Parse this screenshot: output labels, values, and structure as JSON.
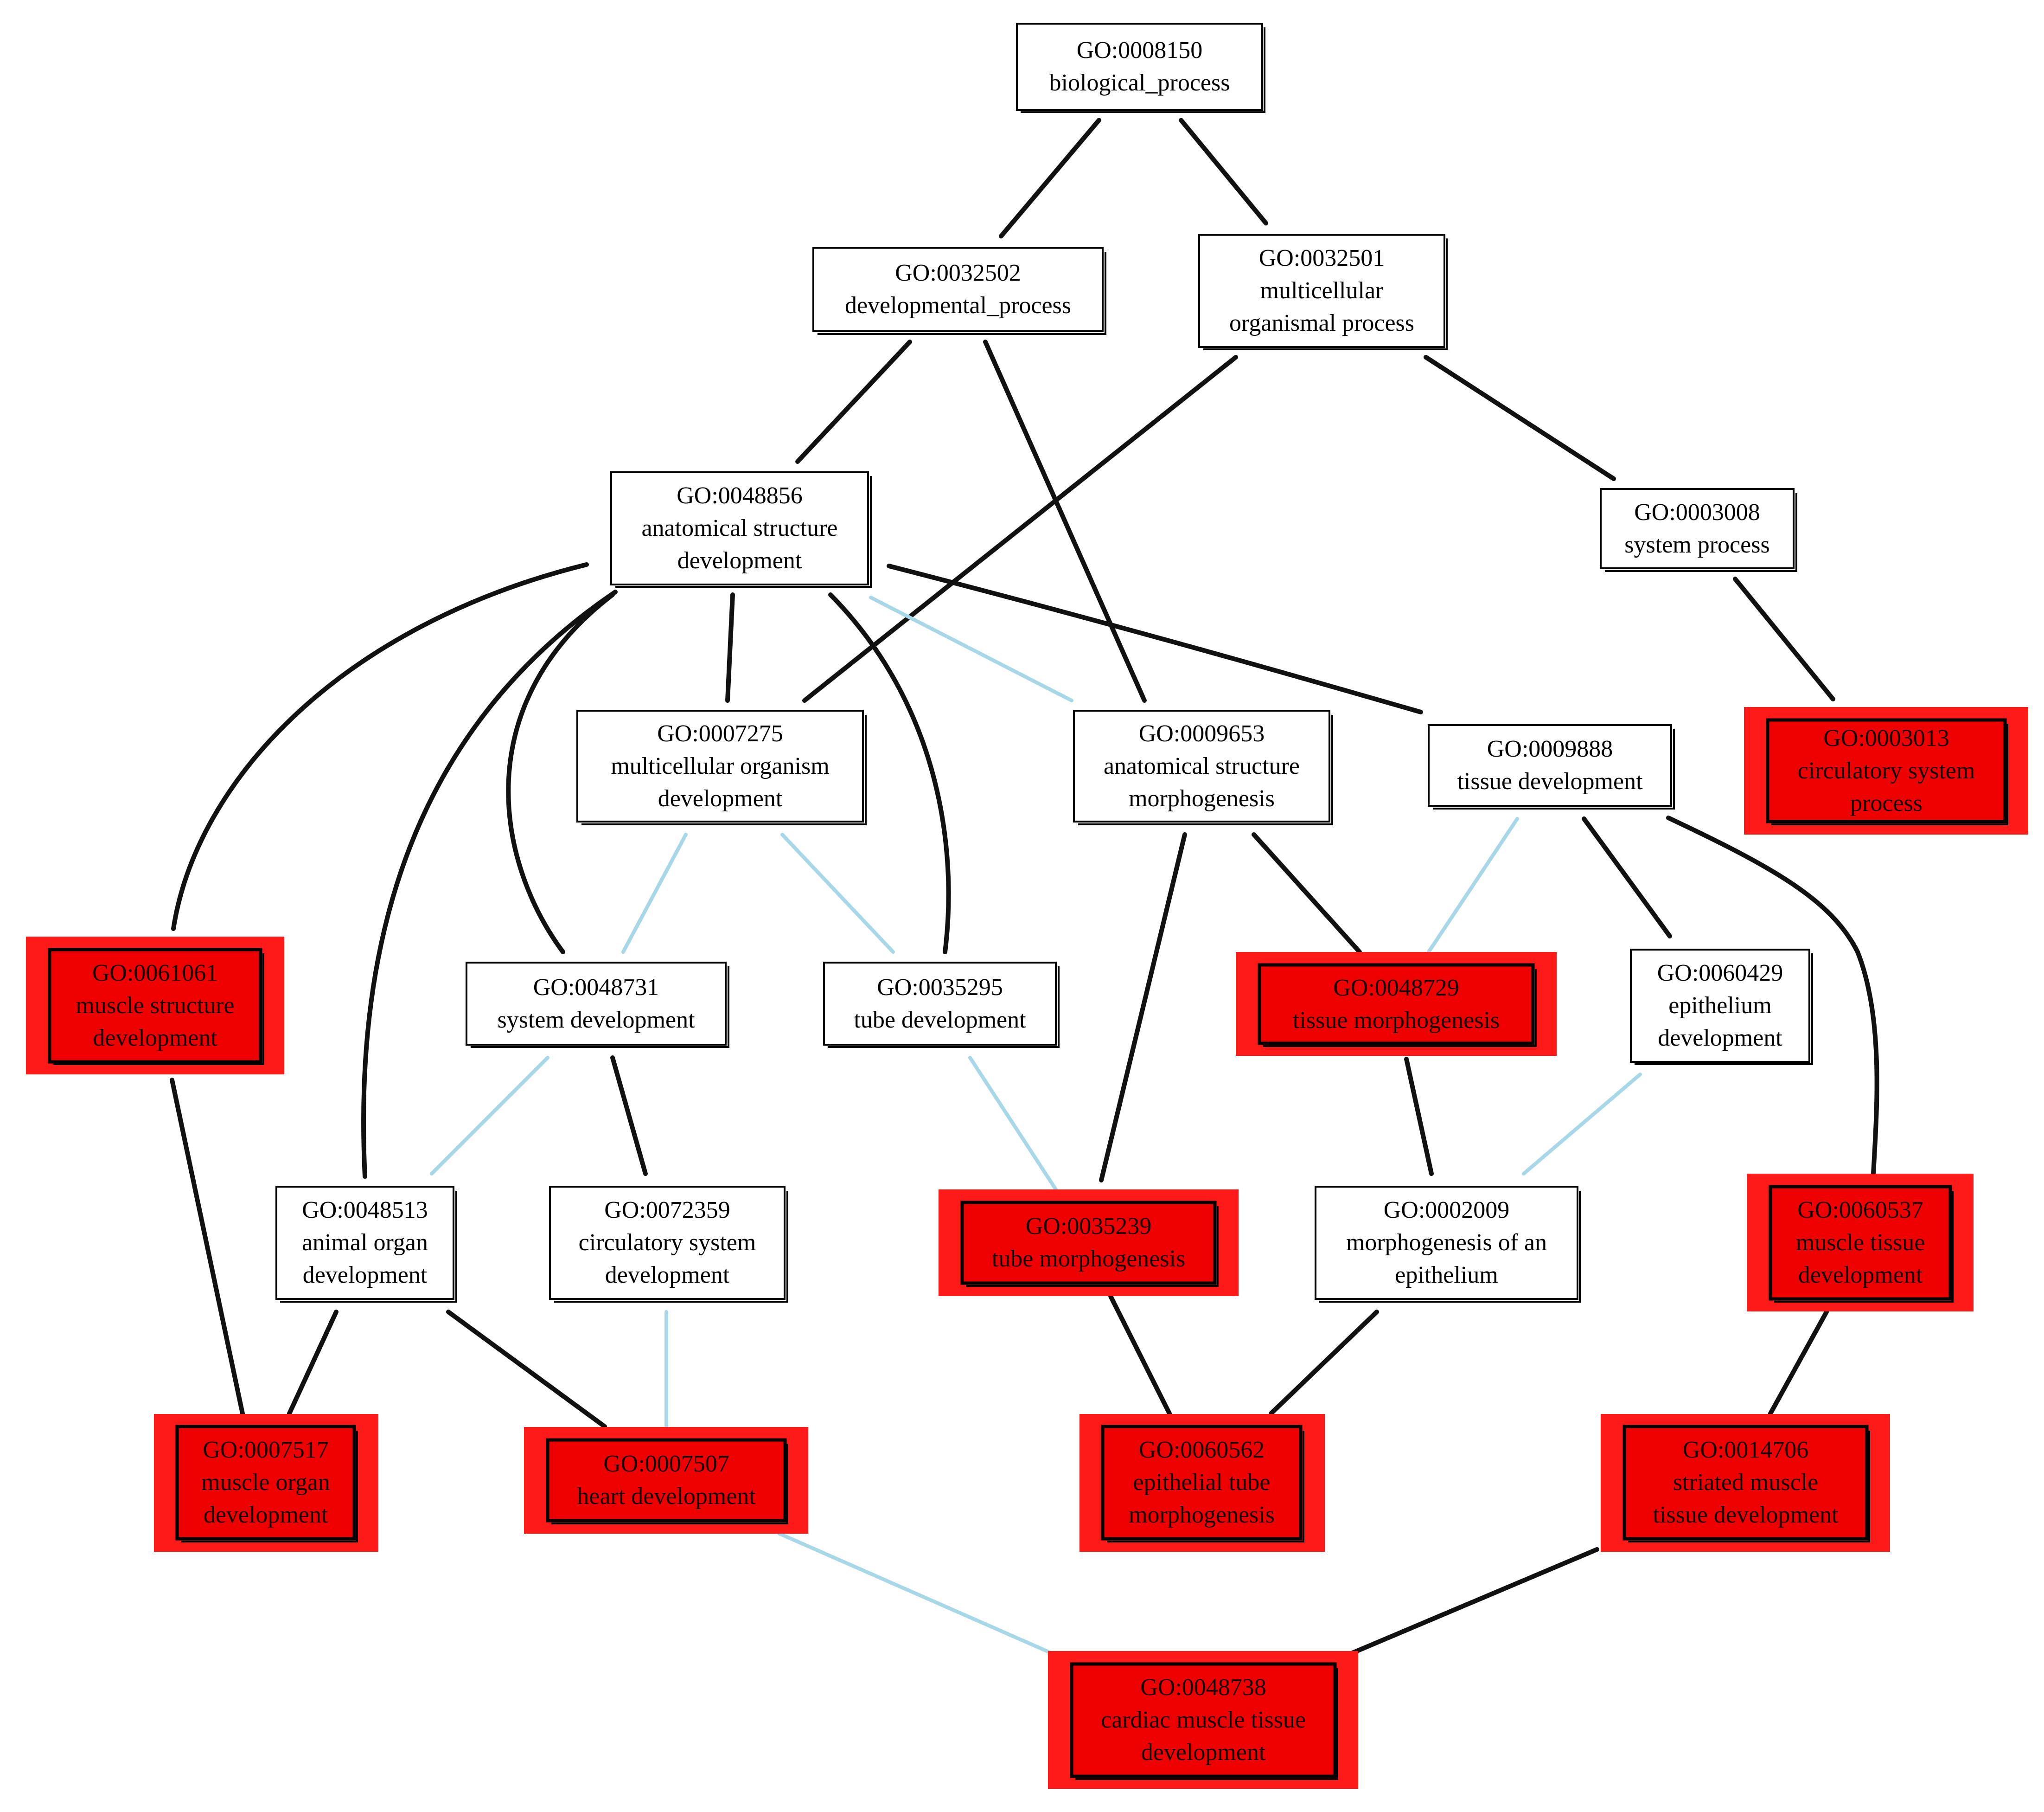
{
  "colors": {
    "is_a_edge": "#111111",
    "part_of_edge": "#a8d8e8",
    "node_border": "#000000",
    "node_fill": "#ffffff",
    "highlight_fill": "#ee0000",
    "highlight_halo": "#ff1a1a"
  },
  "nodes": [
    {
      "id": "GO:0008150",
      "lines": [
        "GO:0008150",
        "biological_process"
      ],
      "highlighted": false
    },
    {
      "id": "GO:0032502",
      "lines": [
        "GO:0032502",
        "developmental_process"
      ],
      "highlighted": false
    },
    {
      "id": "GO:0032501",
      "lines": [
        "GO:0032501",
        "multicellular",
        "organismal process"
      ],
      "highlighted": false
    },
    {
      "id": "GO:0048856",
      "lines": [
        "GO:0048856",
        "anatomical structure",
        "development"
      ],
      "highlighted": false
    },
    {
      "id": "GO:0003008",
      "lines": [
        "GO:0003008",
        "system process"
      ],
      "highlighted": false
    },
    {
      "id": "GO:0007275",
      "lines": [
        "GO:0007275",
        "multicellular organism",
        "development"
      ],
      "highlighted": false
    },
    {
      "id": "GO:0009653",
      "lines": [
        "GO:0009653",
        "anatomical structure",
        "morphogenesis"
      ],
      "highlighted": false
    },
    {
      "id": "GO:0009888",
      "lines": [
        "GO:0009888",
        "tissue development"
      ],
      "highlighted": false
    },
    {
      "id": "GO:0003013",
      "lines": [
        "GO:0003013",
        "circulatory system",
        "process"
      ],
      "highlighted": true
    },
    {
      "id": "GO:0061061",
      "lines": [
        "GO:0061061",
        "muscle structure",
        "development"
      ],
      "highlighted": true
    },
    {
      "id": "GO:0048731",
      "lines": [
        "GO:0048731",
        "system development"
      ],
      "highlighted": false
    },
    {
      "id": "GO:0035295",
      "lines": [
        "GO:0035295",
        "tube development"
      ],
      "highlighted": false
    },
    {
      "id": "GO:0048729",
      "lines": [
        "GO:0048729",
        "tissue morphogenesis"
      ],
      "highlighted": true
    },
    {
      "id": "GO:0060429",
      "lines": [
        "GO:0060429",
        "epithelium",
        "development"
      ],
      "highlighted": false
    },
    {
      "id": "GO:0048513",
      "lines": [
        "GO:0048513",
        "animal organ",
        "development"
      ],
      "highlighted": false
    },
    {
      "id": "GO:0072359",
      "lines": [
        "GO:0072359",
        "circulatory system",
        "development"
      ],
      "highlighted": false
    },
    {
      "id": "GO:0035239",
      "lines": [
        "GO:0035239",
        "tube morphogenesis"
      ],
      "highlighted": true
    },
    {
      "id": "GO:0002009",
      "lines": [
        "GO:0002009",
        "morphogenesis of an",
        "epithelium"
      ],
      "highlighted": false
    },
    {
      "id": "GO:0060537",
      "lines": [
        "GO:0060537",
        "muscle tissue",
        "development"
      ],
      "highlighted": true
    },
    {
      "id": "GO:0007517",
      "lines": [
        "GO:0007517",
        "muscle organ",
        "development"
      ],
      "highlighted": true
    },
    {
      "id": "GO:0007507",
      "lines": [
        "GO:0007507",
        "heart development"
      ],
      "highlighted": true
    },
    {
      "id": "GO:0060562",
      "lines": [
        "GO:0060562",
        "epithelial tube",
        "morphogenesis"
      ],
      "highlighted": true
    },
    {
      "id": "GO:0014706",
      "lines": [
        "GO:0014706",
        "striated muscle",
        "tissue development"
      ],
      "highlighted": true
    },
    {
      "id": "GO:0048738",
      "lines": [
        "GO:0048738",
        "cardiac muscle tissue",
        "development"
      ],
      "highlighted": true
    }
  ],
  "edges": [
    {
      "from": "GO:0008150",
      "to": "GO:0032502",
      "type": "is_a"
    },
    {
      "from": "GO:0008150",
      "to": "GO:0032501",
      "type": "is_a"
    },
    {
      "from": "GO:0032502",
      "to": "GO:0048856",
      "type": "is_a"
    },
    {
      "from": "GO:0032502",
      "to": "GO:0009653",
      "type": "is_a"
    },
    {
      "from": "GO:0032501",
      "to": "GO:0007275",
      "type": "is_a"
    },
    {
      "from": "GO:0032501",
      "to": "GO:0003008",
      "type": "is_a"
    },
    {
      "from": "GO:0003008",
      "to": "GO:0003013",
      "type": "is_a"
    },
    {
      "from": "GO:0048856",
      "to": "GO:0061061",
      "type": "is_a"
    },
    {
      "from": "GO:0048856",
      "to": "GO:0048513",
      "type": "is_a"
    },
    {
      "from": "GO:0048856",
      "to": "GO:0048731",
      "type": "is_a"
    },
    {
      "from": "GO:0048856",
      "to": "GO:0007275",
      "type": "is_a"
    },
    {
      "from": "GO:0048856",
      "to": "GO:0035295",
      "type": "is_a"
    },
    {
      "from": "GO:0048856",
      "to": "GO:0009653",
      "type": "part_of"
    },
    {
      "from": "GO:0048856",
      "to": "GO:0009888",
      "type": "is_a"
    },
    {
      "from": "GO:0007275",
      "to": "GO:0048731",
      "type": "part_of"
    },
    {
      "from": "GO:0007275",
      "to": "GO:0035295",
      "type": "part_of"
    },
    {
      "from": "GO:0009653",
      "to": "GO:0035239",
      "type": "is_a"
    },
    {
      "from": "GO:0009653",
      "to": "GO:0048729",
      "type": "is_a"
    },
    {
      "from": "GO:0009888",
      "to": "GO:0048729",
      "type": "part_of"
    },
    {
      "from": "GO:0009888",
      "to": "GO:0060429",
      "type": "is_a"
    },
    {
      "from": "GO:0009888",
      "to": "GO:0060537",
      "type": "is_a"
    },
    {
      "from": "GO:0048731",
      "to": "GO:0048513",
      "type": "part_of"
    },
    {
      "from": "GO:0048731",
      "to": "GO:0072359",
      "type": "is_a"
    },
    {
      "from": "GO:0035295",
      "to": "GO:0035239",
      "type": "part_of"
    },
    {
      "from": "GO:0048729",
      "to": "GO:0002009",
      "type": "is_a"
    },
    {
      "from": "GO:0060429",
      "to": "GO:0002009",
      "type": "part_of"
    },
    {
      "from": "GO:0061061",
      "to": "GO:0007517",
      "type": "is_a"
    },
    {
      "from": "GO:0048513",
      "to": "GO:0007517",
      "type": "is_a"
    },
    {
      "from": "GO:0048513",
      "to": "GO:0007507",
      "type": "is_a"
    },
    {
      "from": "GO:0072359",
      "to": "GO:0007507",
      "type": "part_of"
    },
    {
      "from": "GO:0035239",
      "to": "GO:0060562",
      "type": "is_a"
    },
    {
      "from": "GO:0002009",
      "to": "GO:0060562",
      "type": "is_a"
    },
    {
      "from": "GO:0060537",
      "to": "GO:0014706",
      "type": "is_a"
    },
    {
      "from": "GO:0007507",
      "to": "GO:0048738",
      "type": "part_of"
    },
    {
      "from": "GO:0014706",
      "to": "GO:0048738",
      "type": "is_a"
    }
  ]
}
